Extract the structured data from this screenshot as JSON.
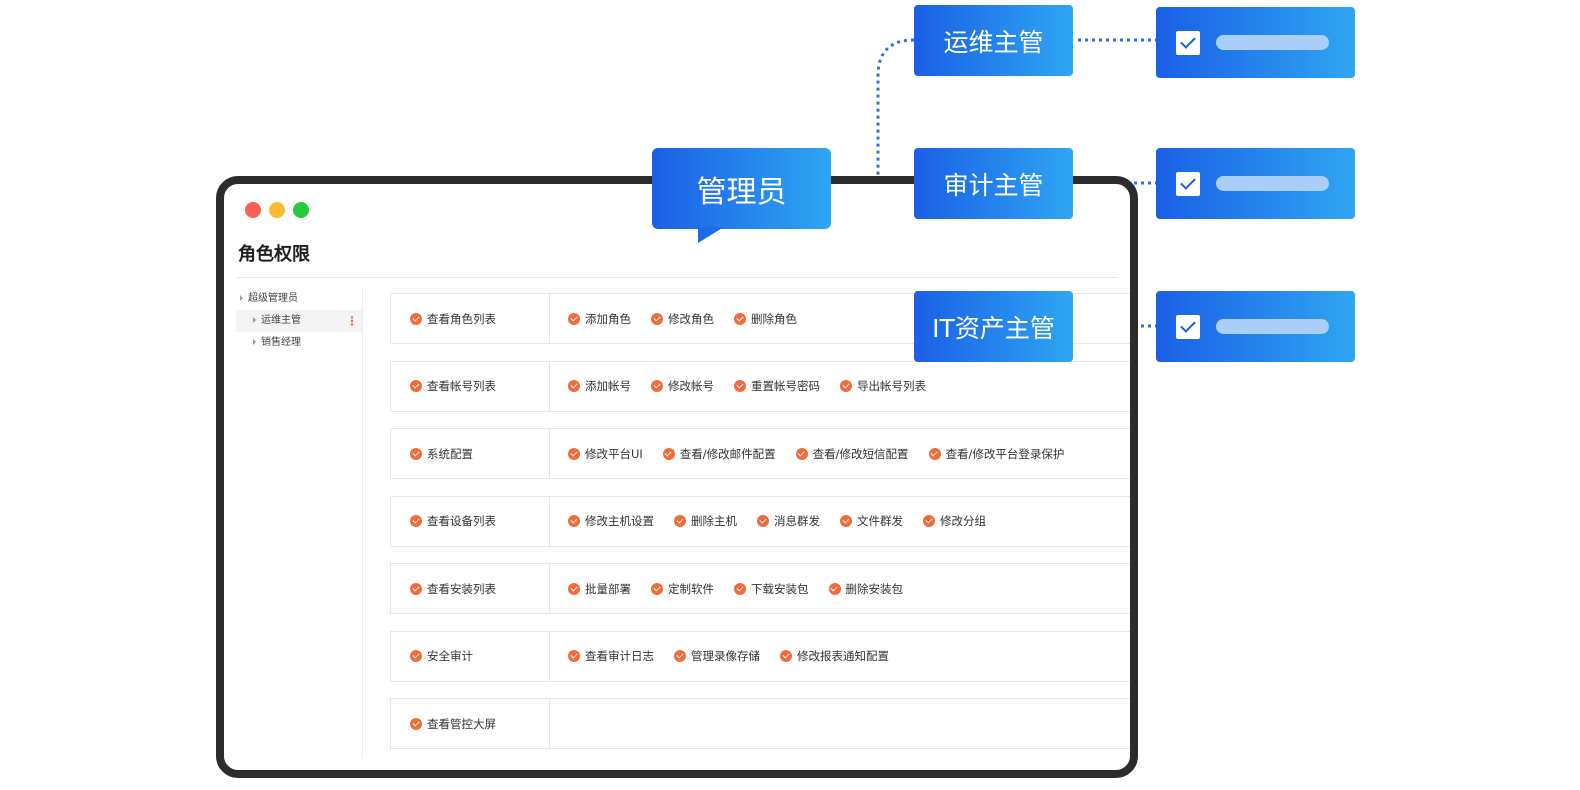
{
  "window": {
    "title": "角色权限",
    "traffic_lights": [
      "close",
      "minimize",
      "maximize"
    ]
  },
  "tree": {
    "items": [
      {
        "label": "超级管理员",
        "level": 0
      },
      {
        "label": "运维主管",
        "level": 1,
        "active": true
      },
      {
        "label": "销售经理",
        "level": 1
      }
    ]
  },
  "permissions": [
    {
      "main": "查看角色列表",
      "subs": [
        "添加角色",
        "修改角色",
        "删除角色"
      ]
    },
    {
      "main": "查看帐号列表",
      "subs": [
        "添加帐号",
        "修改帐号",
        "重置帐号密码",
        "导出帐号列表"
      ]
    },
    {
      "main": "系统配置",
      "subs": [
        "修改平台UI",
        "查看/修改邮件配置",
        "查看/修改短信配置",
        "查看/修改平台登录保护"
      ]
    },
    {
      "main": "查看设备列表",
      "subs": [
        "修改主机设置",
        "删除主机",
        "消息群发",
        "文件群发",
        "修改分组"
      ]
    },
    {
      "main": "查看安装列表",
      "subs": [
        "批量部署",
        "定制软件",
        "下载安装包",
        "删除安装包"
      ]
    },
    {
      "main": "安全审计",
      "subs": [
        "查看审计日志",
        "管理录像存储",
        "修改报表通知配置"
      ]
    },
    {
      "main": "查看管控大屏",
      "subs": []
    }
  ],
  "diagram": {
    "admin": "管理员",
    "roles": [
      "运维主管",
      "审计主管",
      "IT资产主管"
    ]
  },
  "colors": {
    "accent": "#f26b3a",
    "gradient_start": "#1a5fe6",
    "gradient_end": "#2ea6f2",
    "dotted_line": "#2f6fe0"
  }
}
